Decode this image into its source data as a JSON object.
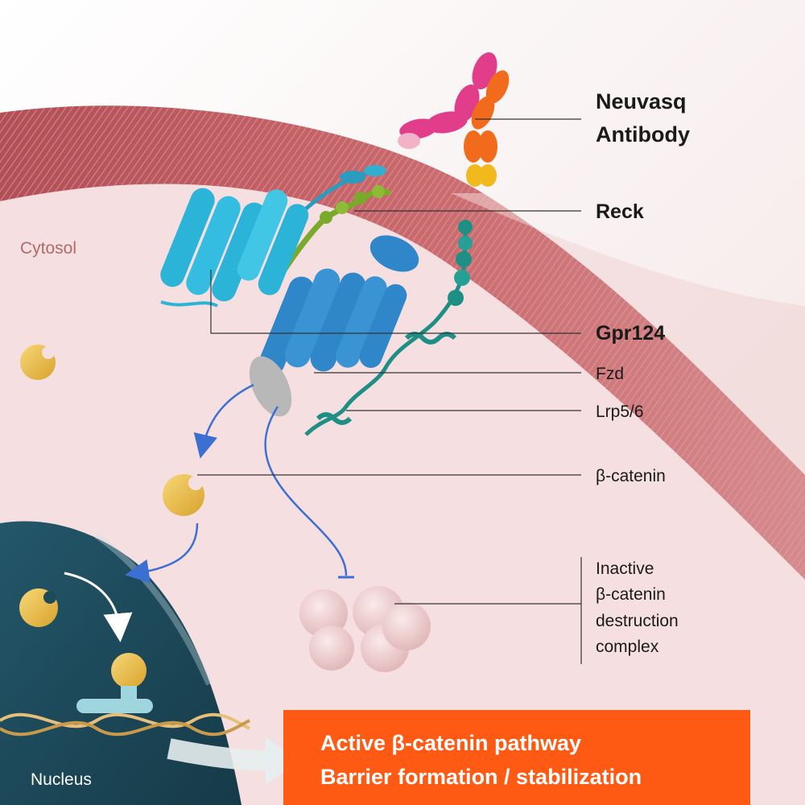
{
  "labels": {
    "antibody_line1": "Neuvasq",
    "antibody_line2": "Antibody",
    "reck": "Reck",
    "gpr124": "Gpr124",
    "fzd": "Fzd",
    "lrp": "Lrp5/6",
    "beta_catenin": "β-catenin",
    "inactive_line1": "Inactive",
    "inactive_line2": "β-catenin",
    "inactive_line3": "destruction",
    "inactive_line4": "complex",
    "cytosol": "Cytosol",
    "nucleus": "Nucleus"
  },
  "banner": {
    "line1": "Active β-catenin pathway",
    "line2": "Barrier formation / stabilization",
    "color": "#ff5a14"
  },
  "colors": {
    "membrane": "#c9686c",
    "cytosol": "#f6dfe0",
    "nucleus": "#1e4a5a",
    "gpr124": "#2bb3d8",
    "fzd": "#2f86c8",
    "lrp": "#1f8f86",
    "reck": "#7aaa2a",
    "beta_catenin": "#f0c246",
    "arrow": "#3b6fd1"
  }
}
